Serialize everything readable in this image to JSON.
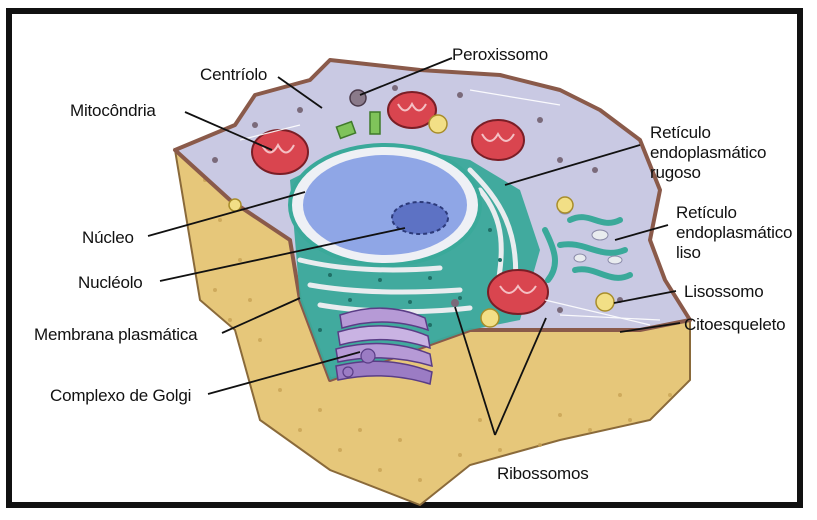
{
  "labels": {
    "peroxissomo": "Peroxissomo",
    "centriolo": "Centríolo",
    "mitocondria": "Mitocôndria",
    "reticulo_rugoso_1": "Retículo",
    "reticulo_rugoso_2": "endoplasmático",
    "reticulo_rugoso_3": "rugoso",
    "reticulo_liso_1": "Retículo",
    "reticulo_liso_2": "endoplasmático",
    "reticulo_liso_3": "liso",
    "nucleo": "Núcleo",
    "nucleolo": "Nucléolo",
    "lisossomo": "Lisossomo",
    "membrana": "Membrana plasmática",
    "citoesqueleto": "Citoesqueleto",
    "golgi": "Complexo de Golgi",
    "ribossomos": "Ribossomos"
  },
  "colors": {
    "frame": "#111111",
    "cytoplasm_top": "#c9c9e3",
    "cell_edge": "#8a5a4a",
    "side_face": "#e6c77a",
    "nucleus": "#8fa6e6",
    "nucleolus": "#5d72c4",
    "rough_er": "#3aa99a",
    "mitochondria": "#d9454f",
    "golgi": "#b69ad6",
    "lysosome": "#f2df86",
    "centriole": "#7fc35a"
  }
}
